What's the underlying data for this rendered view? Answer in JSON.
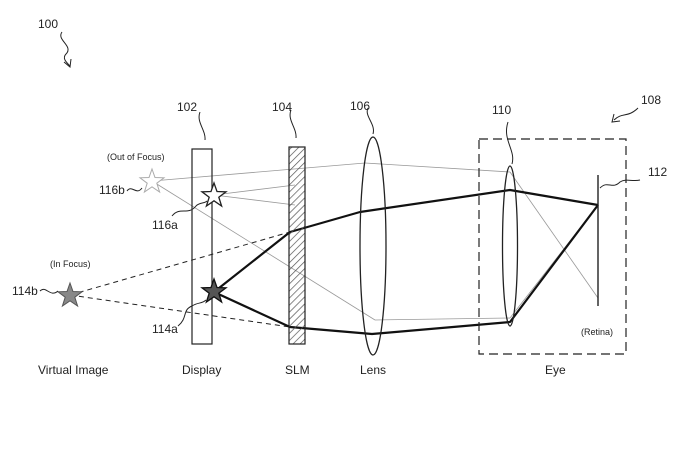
{
  "figure_ref": "100",
  "components": {
    "display": {
      "ref": "102",
      "label": "Display"
    },
    "slm": {
      "ref": "104",
      "label": "SLM"
    },
    "lens": {
      "ref": "106",
      "label": "Lens"
    },
    "eye": {
      "ref": "108",
      "label": "Eye"
    },
    "eye_lens": {
      "ref": "110"
    },
    "retina": {
      "ref": "112",
      "label": "(Retina)"
    }
  },
  "virtual_image": {
    "label": "Virtual Image",
    "out_of_focus_star": {
      "ref": "116b",
      "label": "(Out of Focus)"
    },
    "in_focus_star": {
      "ref": "114b",
      "label": "(In Focus)"
    }
  },
  "display_stars": {
    "upper": {
      "ref": "116a"
    },
    "lower": {
      "ref": "114a"
    }
  },
  "colors": {
    "line": "#222222",
    "thin_ray": "#999999",
    "in_focus_star": "#888888",
    "hatch": "#555555"
  }
}
